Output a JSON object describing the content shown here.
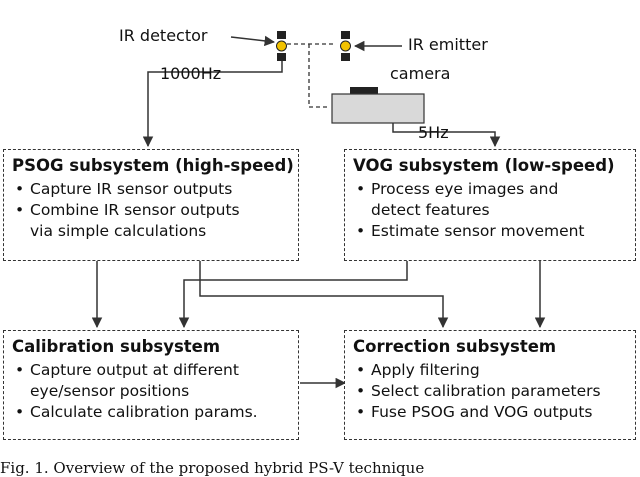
{
  "labels": {
    "ir_detector": "IR detector",
    "ir_emitter": "IR emitter",
    "camera": "camera",
    "rate_high": "1000Hz",
    "rate_low": "5Hz"
  },
  "boxes": {
    "psog": {
      "title": "PSOG subsystem (high-speed)",
      "items": [
        "Capture IR sensor outputs",
        "Combine IR sensor outputs",
        "via simple calculations"
      ]
    },
    "vog": {
      "title": "VOG subsystem (low-speed)",
      "items": [
        "Process eye images and",
        "detect features",
        "Estimate sensor movement"
      ]
    },
    "calibration": {
      "title": "Calibration subsystem",
      "items": [
        "Capture output at different",
        "eye/sensor positions",
        "Calculate calibration params."
      ]
    },
    "correction": {
      "title": "Correction subsystem",
      "items": [
        "Apply filtering",
        "Select calibration parameters",
        "Fuse PSOG and VOG outputs"
      ]
    }
  },
  "caption": "Fig. 1. Overview of the proposed hybrid PS-V technique",
  "colors": {
    "sensor_yellow": "#f2c200",
    "sensor_dark": "#222222",
    "camera_body": "#d9d9d9",
    "line": "#333333"
  }
}
